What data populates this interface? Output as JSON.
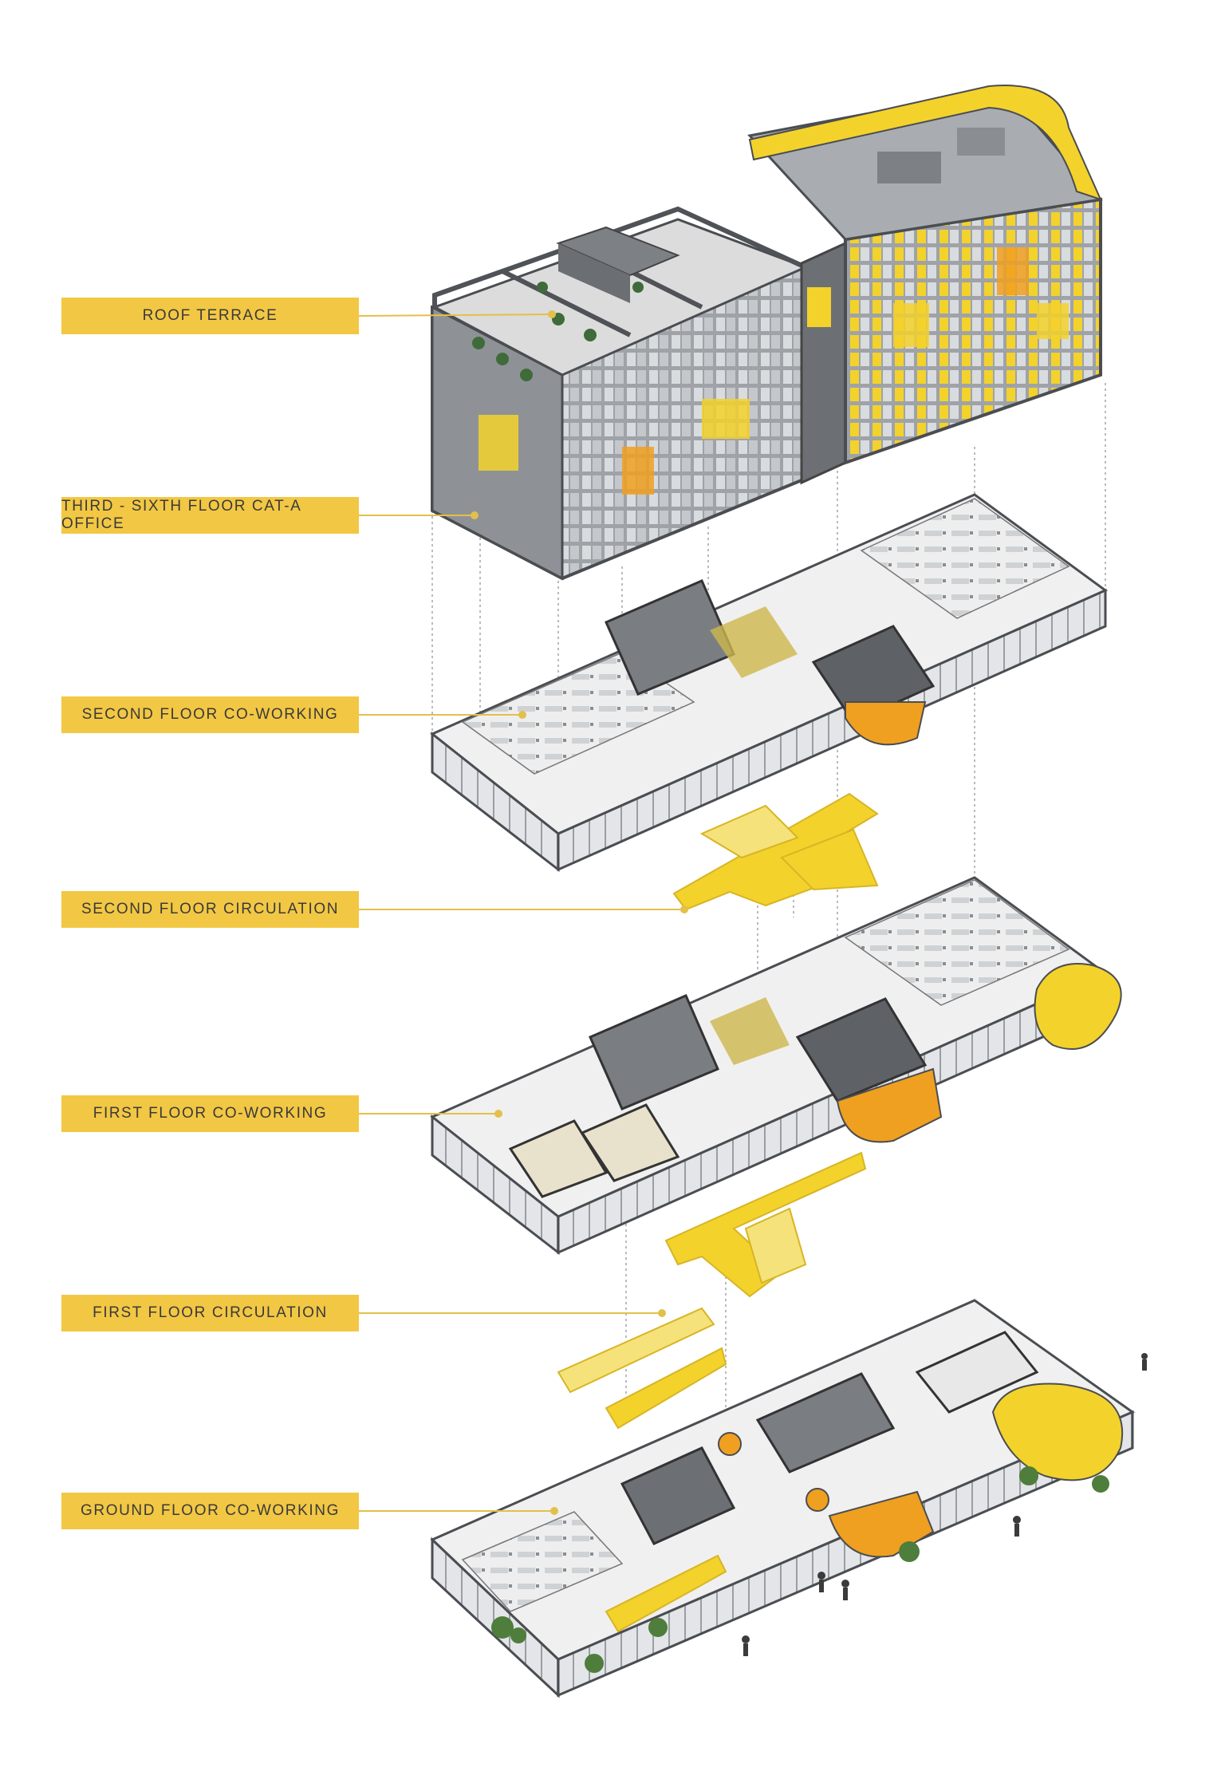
{
  "labels": [
    {
      "id": "roof-terrace",
      "text": "ROOF TERRACE"
    },
    {
      "id": "third-sixth-floor",
      "text": "THIRD - SIXTH FLOOR CAT-A OFFICE"
    },
    {
      "id": "second-floor-coworking",
      "text": "SECOND FLOOR CO-WORKING"
    },
    {
      "id": "second-floor-circulation",
      "text": "SECOND FLOOR CIRCULATION"
    },
    {
      "id": "first-floor-coworking",
      "text": "FIRST FLOOR CO-WORKING"
    },
    {
      "id": "first-floor-circulation",
      "text": "FIRST FLOOR CIRCULATION"
    },
    {
      "id": "ground-floor-coworking",
      "text": "GROUND FLOOR CO-WORKING"
    }
  ],
  "colors": {
    "label_fill": "#f2c744",
    "leader_line": "#e9c85a",
    "accent_yellow": "#f3d22c",
    "accent_orange": "#f0a020",
    "frame_dark": "#55585c",
    "panel_grey": "#b9bcc0",
    "glass_light": "#e6e8ea",
    "floor_light": "#f1f1f1"
  }
}
